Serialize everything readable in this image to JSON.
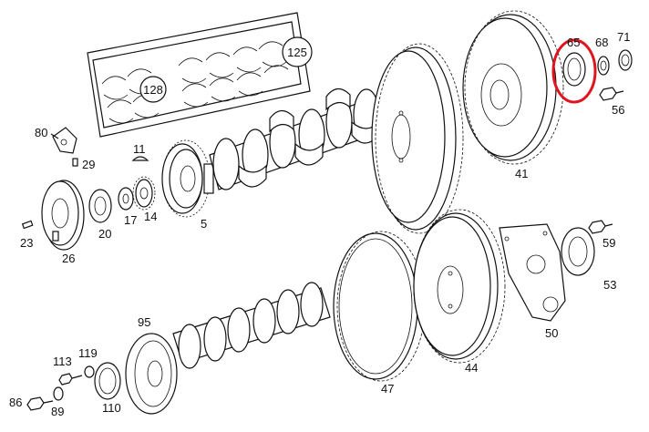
{
  "diagram": {
    "labels": {
      "p5": "5",
      "p11": "11",
      "p14": "14",
      "p17": "17",
      "p20": "20",
      "p23": "23",
      "p26": "26",
      "p29": "29",
      "p41": "41",
      "p44": "44",
      "p47": "47",
      "p50": "50",
      "p53": "53",
      "p56": "56",
      "p59": "59",
      "p65": "65",
      "p68": "68",
      "p71": "71",
      "p80": "80",
      "p86": "86",
      "p89": "89",
      "p95": "95",
      "p110": "110",
      "p113": "113",
      "p119": "119",
      "p125": "125",
      "p128": "128"
    },
    "highlight_color": "#e0141e",
    "line_color": "#111111"
  }
}
